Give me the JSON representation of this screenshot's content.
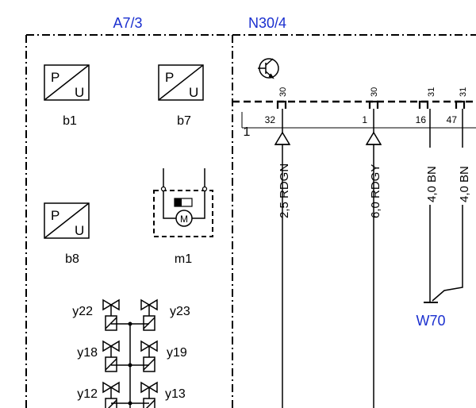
{
  "modules": {
    "a7_3": {
      "label": "A7/3"
    },
    "n30_4": {
      "label": "N30/4"
    }
  },
  "sensors": [
    {
      "id": "b1",
      "label": "b1",
      "p": "P",
      "u": "U"
    },
    {
      "id": "b7",
      "label": "b7",
      "p": "P",
      "u": "U"
    },
    {
      "id": "b8",
      "label": "b8",
      "p": "P",
      "u": "U"
    }
  ],
  "motor": {
    "label": "m1",
    "symbol": "M"
  },
  "valves": [
    {
      "label": "y22"
    },
    {
      "label": "y23"
    },
    {
      "label": "y18"
    },
    {
      "label": "y19"
    },
    {
      "label": "y12"
    },
    {
      "label": "y13"
    }
  ],
  "connector": {
    "label": "1",
    "terminals": [
      {
        "terminal": "30",
        "pin": "32",
        "wire": "2,5 RDGN"
      },
      {
        "terminal": "30",
        "pin": "1",
        "wire": "6,0 RDGY"
      },
      {
        "terminal": "31",
        "pin": "16",
        "wire": "4,0 BN"
      },
      {
        "terminal": "31",
        "pin": "47",
        "wire": "4,0 BN"
      }
    ]
  },
  "ground": {
    "label": "W70"
  },
  "colors": {
    "module_label": "#1a2fcf",
    "line": "#000000"
  },
  "icons": [
    "transistor-icon",
    "pressure-sensor-icon",
    "motor-icon",
    "valve-icon",
    "ground-icon"
  ]
}
